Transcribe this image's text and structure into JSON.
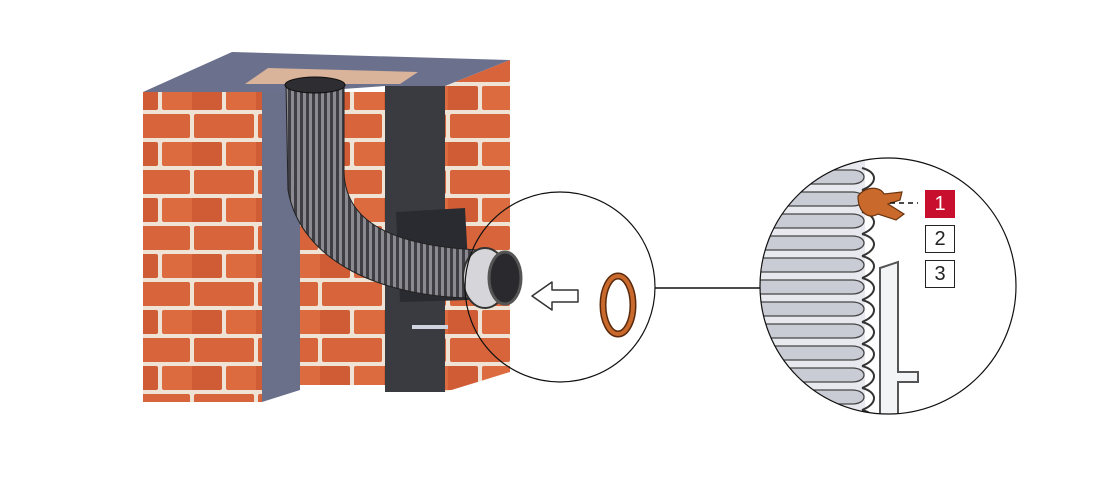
{
  "colors": {
    "brick": "#d8643c",
    "mortar": "#efe3d6",
    "wall_top": "#6b708d",
    "wall_side": "#6a6f8a",
    "inner_wall": "#3a3b40",
    "liner": "#5b5b60",
    "seal": "#c96a2c",
    "highlight": "#c8102e",
    "line": "#111111"
  },
  "icons": {
    "insert_direction": "hollow-arrow-left-icon"
  },
  "legend": {
    "items": [
      {
        "label": "1",
        "active": true
      },
      {
        "label": "2",
        "active": false
      },
      {
        "label": "3",
        "active": false
      }
    ]
  }
}
